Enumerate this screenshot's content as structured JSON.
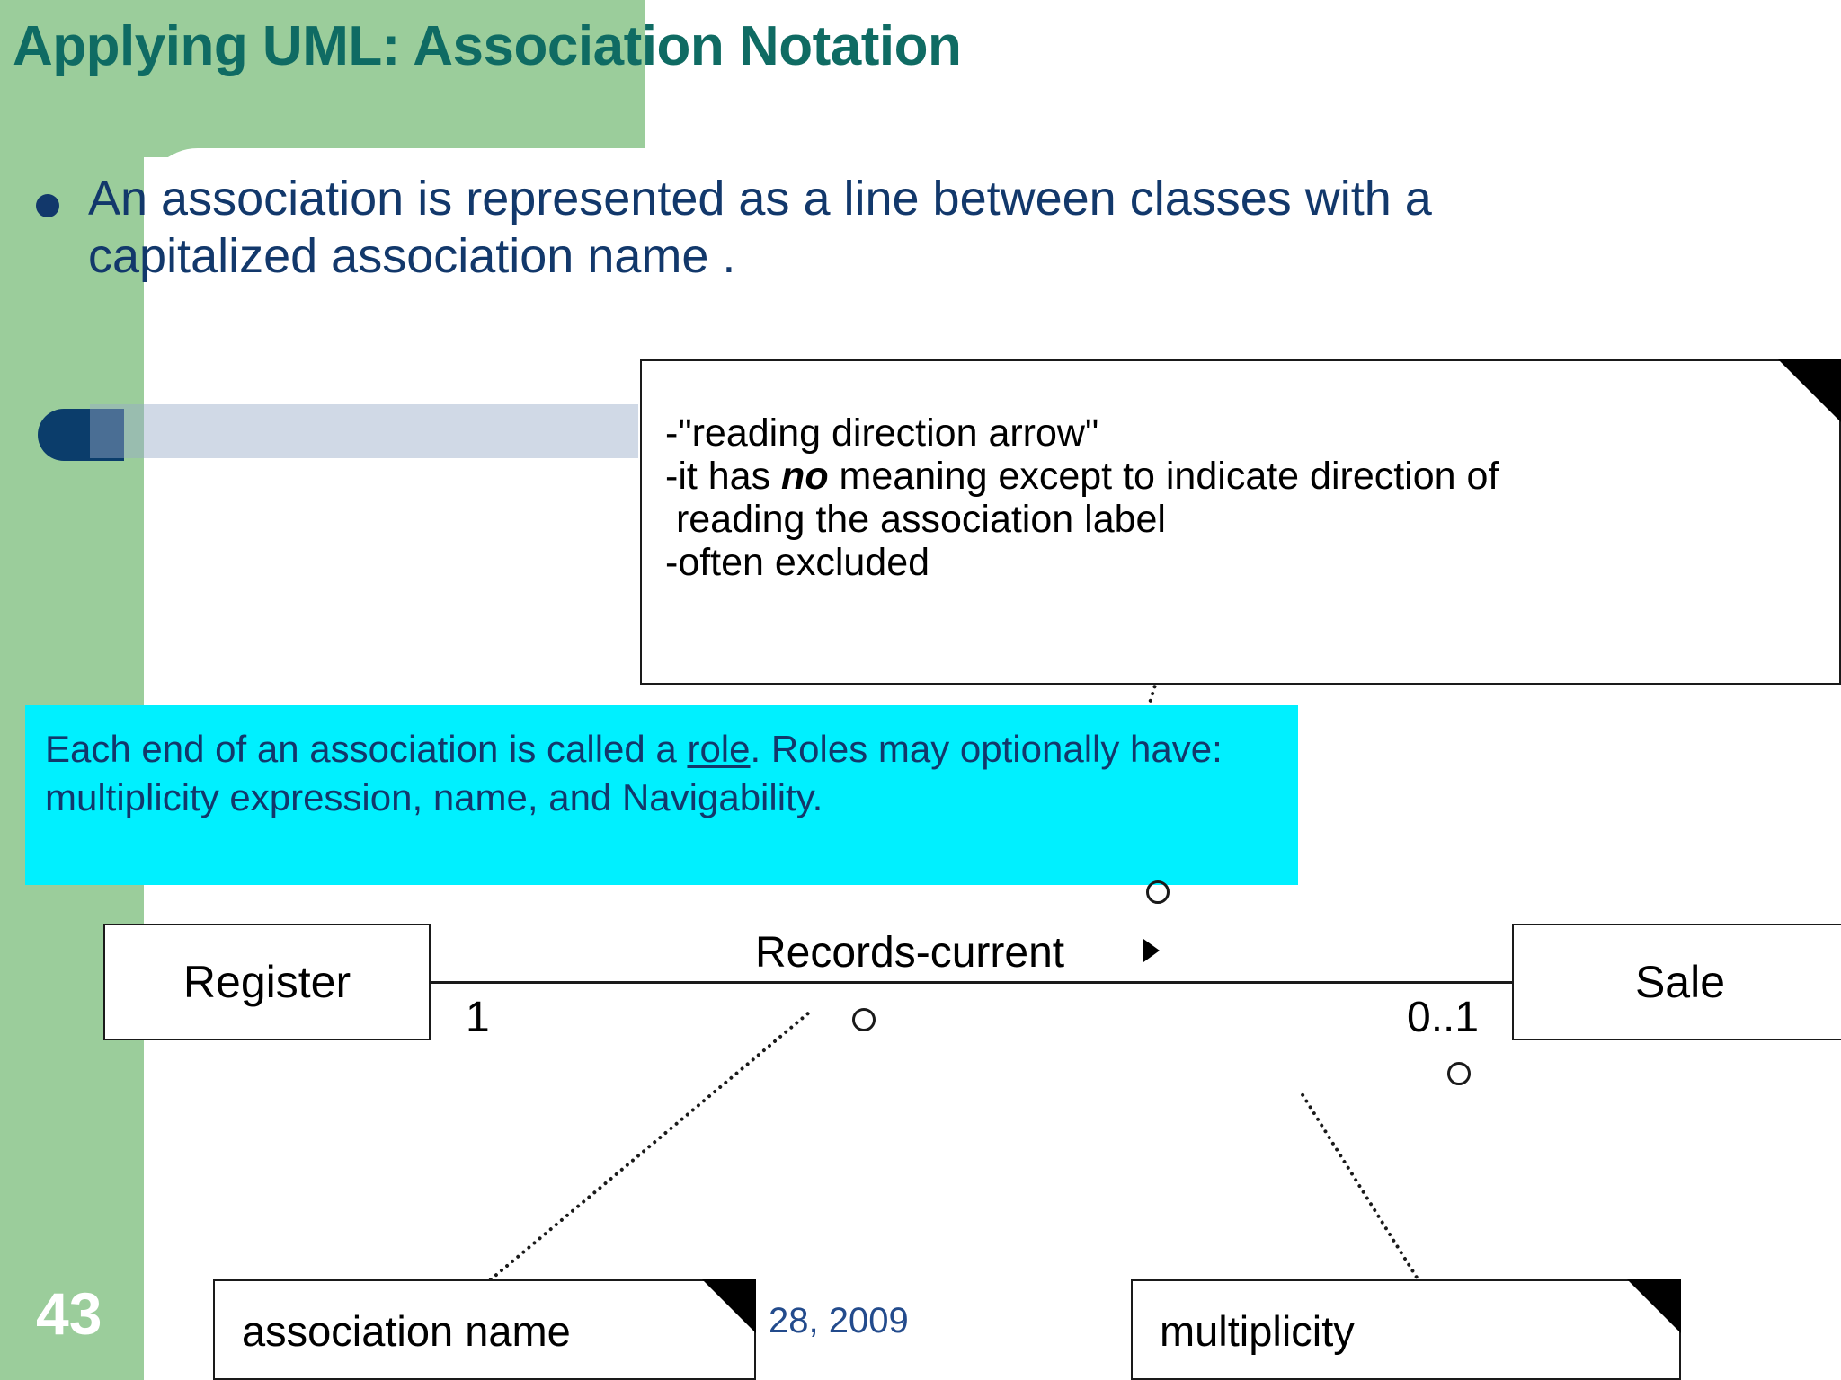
{
  "slide": {
    "title": "Applying UML: Association Notation",
    "number": "43",
    "footer_date": "28, 2009",
    "colors": {
      "green_band": "#9BCD9B",
      "title_teal": "#0F6B63",
      "body_navy": "#12386B",
      "cyan_highlight": "#00F0FF",
      "deco_navy": "#0B3D6B"
    }
  },
  "bullet": {
    "text": "An association is represented as a line between classes with a capitalized association name ."
  },
  "reading_note": {
    "line1": "-\"reading direction arrow\"",
    "line2_pre": "-it has ",
    "line2_bold": "no",
    "line2_post": " meaning except to indicate direction of",
    "line3": " reading the association label",
    "line4": "-often excluded"
  },
  "role_note": {
    "pre": "Each end of an association is called a ",
    "underlined": "role",
    "post": ". Roles may optionally have: multiplicity expression, name, and Navigability."
  },
  "diagram": {
    "class_left": "Register",
    "class_right": "Sale",
    "association_label": "Records-current",
    "multiplicity_left": "1",
    "multiplicity_right": "0..1",
    "reading_arrow_glyph": "triangle-right"
  },
  "callouts": {
    "association_name": "association name",
    "multiplicity": "multiplicity"
  }
}
